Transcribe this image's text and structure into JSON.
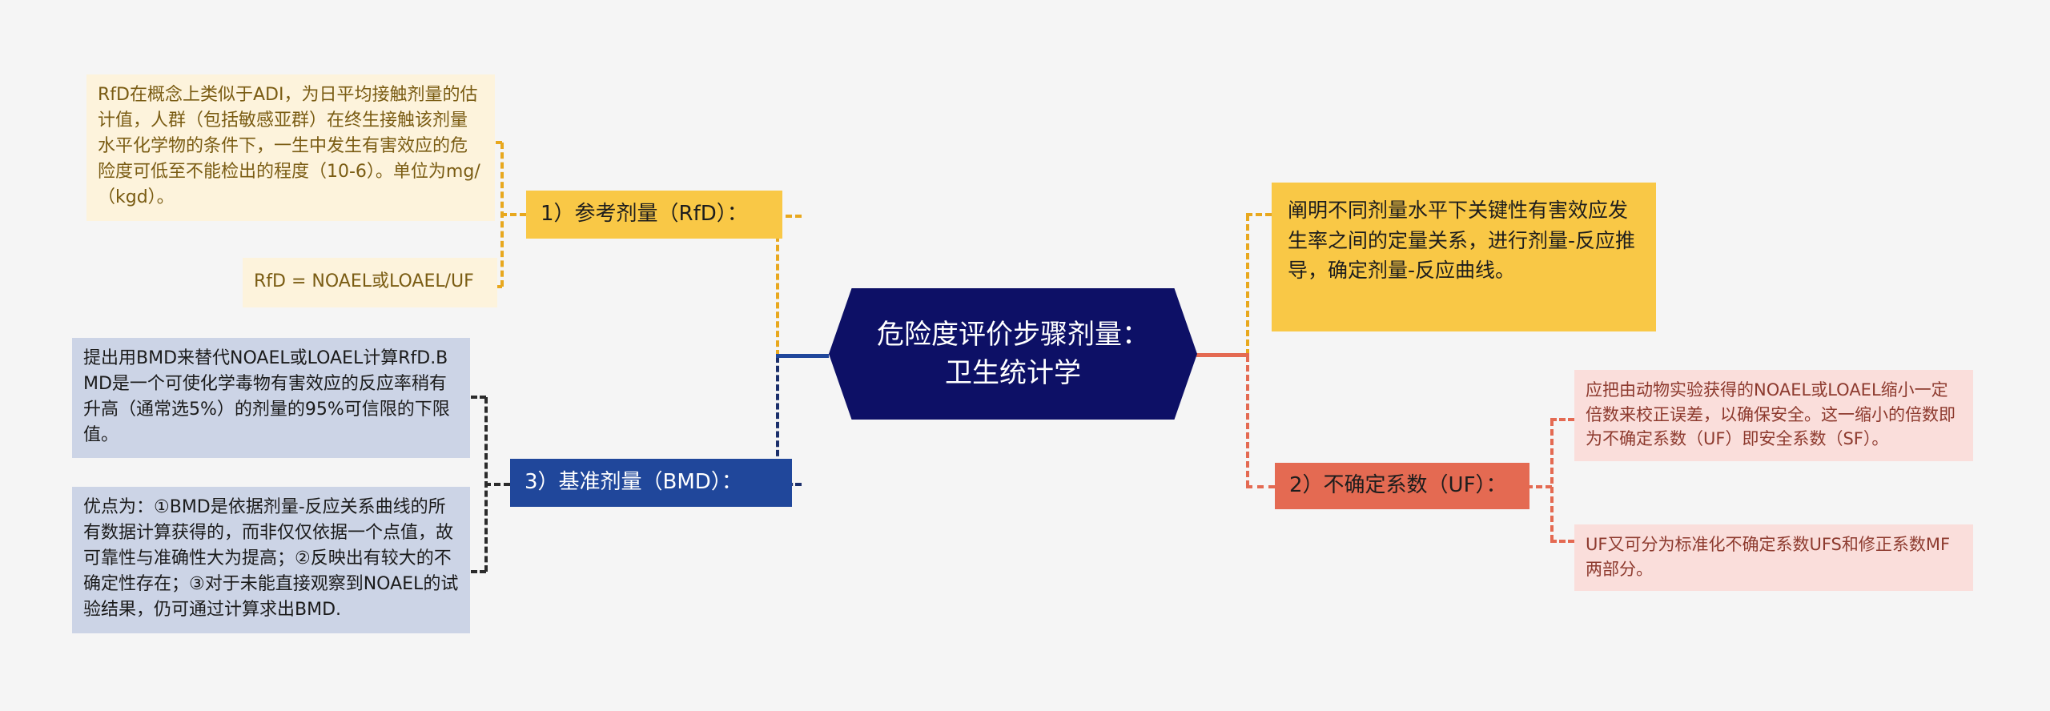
{
  "diagram": {
    "type": "mind-map",
    "background_color": "#f5f5f5",
    "central": {
      "text": "危险度评价步骤剂量：卫生统计学",
      "fill": "#0d1066",
      "text_color": "#ffffff",
      "shape": "hexagon"
    },
    "branches": [
      {
        "id": "rfd",
        "label": "1）参考剂量（RfD）：",
        "fill": "#f9c846",
        "side": "left",
        "notes": [
          {
            "id": "rfd-note-1",
            "text": "RfD在概念上类似于ADI，为日平均接触剂量的估计值，人群（包括敏感亚群）在终生接触该剂量水平化学物的条件下，一生中发生有害效应的危险度可低至不能检出的程度（10-6）。单位为mg/（kgd）。",
            "fill": "#fdf3dc",
            "text_color": "#7a5c13"
          },
          {
            "id": "rfd-note-2",
            "text": "RfD = NOAEL或LOAEL/UF",
            "fill": "#fdf3dc",
            "text_color": "#7a5c13"
          }
        ]
      },
      {
        "id": "bmd",
        "label": "3）基准剂量（BMD）：",
        "fill": "#20479b",
        "side": "left",
        "notes": [
          {
            "id": "bmd-note-1",
            "text": "提出用BMD来替代NOAEL或LOAEL计算RfD.BMD是一个可使化学毒物有害效应的反应率稍有升高（通常选5%）的剂量的95%可信限的下限值。",
            "fill": "#ccd4e6",
            "text_color": "#1b1b1b"
          },
          {
            "id": "bmd-note-2",
            "text": "优点为：①BMD是依据剂量-反应关系曲线的所有数据计算获得的，而非仅仅依据一个点值，故可靠性与准确性大为提高；②反映出有较大的不确定性存在；③对于未能直接观察到NOAEL的试验结果，仍可通过计算求出BMD.",
            "fill": "#ccd4e6",
            "text_color": "#1b1b1b"
          }
        ]
      },
      {
        "id": "dose-response",
        "label": "阐明不同剂量水平下关键性有害效应发生率之间的定量关系，进行剂量-反应推导，确定剂量-反应曲线。",
        "fill": "#f9c846",
        "side": "right",
        "notes": []
      },
      {
        "id": "uf",
        "label": "2）不确定系数（UF）：",
        "fill": "#e46a52",
        "side": "right",
        "notes": [
          {
            "id": "uf-note-1",
            "text": "应把由动物实验获得的NOAEL或LOAEL缩小一定倍数来校正误差，以确保安全。这一缩小的倍数即为不确定系数（UF）即安全系数（SF）。",
            "fill": "#fadedb",
            "text_color": "#8d3a2e"
          },
          {
            "id": "uf-note-2",
            "text": "UF又可分为标准化不确定系数UFS和修正系数MF两部分。",
            "fill": "#fadedb",
            "text_color": "#8d3a2e"
          }
        ]
      }
    ]
  }
}
